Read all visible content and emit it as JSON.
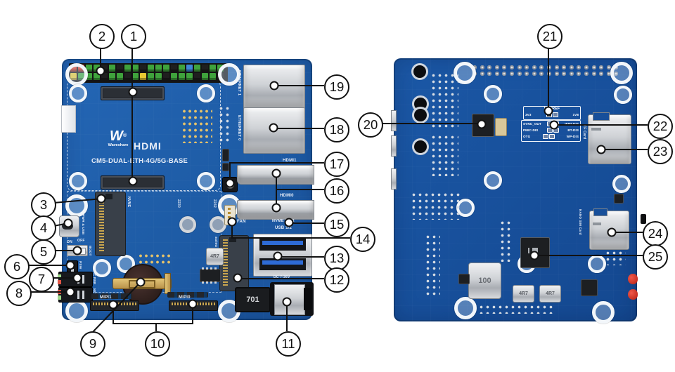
{
  "callouts": {
    "c1": "1",
    "c2": "2",
    "c3": "3",
    "c4": "4",
    "c5": "5",
    "c6": "6",
    "c7": "7",
    "c8": "8",
    "c9": "9",
    "c10": "10",
    "c11": "11",
    "c12": "12",
    "c13": "13",
    "c14": "14",
    "c15": "15",
    "c16": "16",
    "c17": "17",
    "c18": "18",
    "c19": "19",
    "c20": "20",
    "c21": "21",
    "c22": "22",
    "c23": "23",
    "c24": "24",
    "c25": "25"
  },
  "left_board": {
    "board_name": "CM5-DUAL-ETH-4G/5G-BASE",
    "brand": "Waveshare",
    "brand_mark": "W",
    "reg_mark": "®",
    "hdmi_logo": "HDMI",
    "labels": {
      "ethernet1": "ETHERNET 1",
      "ethernet0": "ETHERNET 0",
      "hdmi1": "HDMI1",
      "hdmi0": "HDMI0",
      "fan": "FAN",
      "nvme_pwr": "NVME PWR",
      "usb12": "USB 1/2",
      "dc_range": "DC 7-36V",
      "nvme": "NVME",
      "pwr_usb": "PWR & USB",
      "on": "ON",
      "off": "OFF",
      "boot": "BOOT",
      "psw": "PSW",
      "ac_pwr": "AC PWR",
      "net": "NET",
      "mipi1": "MIPI1",
      "mipi0": "MIPI0",
      "m2_2230": "2230",
      "m2_2242": "2242",
      "m2_4g5g": "4G/5G",
      "ind_701": "701",
      "ind_4r7": "4R7"
    },
    "gpio_caps": {
      "top": [
        "#d93a26",
        "#d93a26",
        "#3fa33c",
        "#3fa33c",
        "#1f1f1f",
        "#3fa33c",
        "#1f1f1f",
        "#3fa33c",
        "#3fa33c",
        "#1f1f1f",
        "#3fa33c",
        "#3fa33c",
        "#3fa33c",
        "#1f1f1f",
        "#3fa33c",
        "#3f87d6",
        "#3fa33c",
        "#1f1f1f",
        "#3fa33c",
        "#3fa33c"
      ],
      "bottom": [
        "#e8c832",
        "#3fa33c",
        "#3fa33c",
        "#3fa33c",
        "#1f1f1f",
        "#3fa33c",
        "#3fa33c",
        "#1f1f1f",
        "#3fa33c",
        "#e8c832",
        "#3fa33c",
        "#3fa33c",
        "#1f1f1f",
        "#3fa33c",
        "#3fa33c",
        "#3fa33c",
        "#1f1f1f",
        "#3fa33c",
        "#3fa33c",
        "#1f1f1f"
      ]
    }
  },
  "right_board": {
    "labels": {
      "io_vref": "IO-VREF",
      "v33": "3V3",
      "v18": "1V8",
      "sync_out": "SYNC_OUT",
      "pmic_dis": "PMIC-DIS",
      "otg": "OTG",
      "wifi_dis": "WIFI-DIS",
      "bt_dis": "BT-DIS",
      "wp_dis": "WP-DIS",
      "tf_card": "TF Card",
      "nano_sim": "NANO SIM Card",
      "ind_100": "100",
      "ind_4r7a": "4R7",
      "ind_4r7b": "4R7"
    }
  },
  "colors": {
    "pcb_front": "#1e5ca6",
    "pcb_back": "#174f9a",
    "callout_ink": "#121212",
    "silkscreen": "#e8eef8",
    "gold": "#c9a84c"
  }
}
